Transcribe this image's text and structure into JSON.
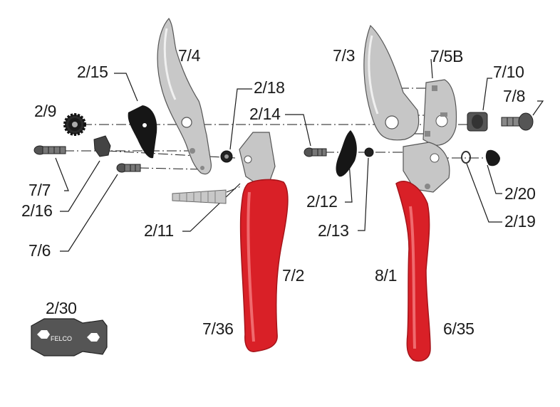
{
  "colors": {
    "handle_red": "#d92027",
    "handle_red_dark": "#a5141a",
    "metal": "#c6c6c6",
    "metal_dark": "#7d7d7d",
    "ink": "#1a1a1a",
    "dark_part": "#161616"
  },
  "labels": {
    "l_7_4": "7/4",
    "l_2_15": "2/15",
    "l_2_18": "2/18",
    "l_2_9": "2/9",
    "l_2_14": "2/14",
    "l_7_3": "7/3",
    "l_7_5b": "7/5B",
    "l_7_10": "7/10",
    "l_7_8": "7/8",
    "l_7_7": "7/7",
    "l_2_16": "2/16",
    "l_7_6": "7/6",
    "l_2_11": "2/11",
    "l_2_12": "2/12",
    "l_2_13": "2/13",
    "l_2_20": "2/20",
    "l_2_19": "2/19",
    "l_7_2": "7/2",
    "l_8_1": "8/1",
    "l_2_30": "2/30",
    "l_7_36": "7/36",
    "l_6_35": "6/35"
  },
  "wrench_logo": "FELCO"
}
